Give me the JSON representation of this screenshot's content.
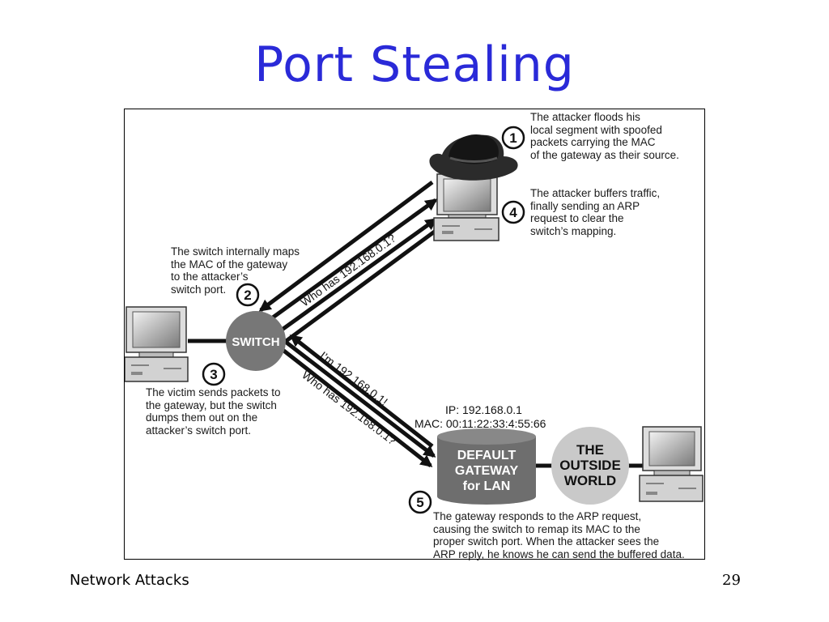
{
  "slide": {
    "title": "Port Stealing",
    "footer": "Network Attacks",
    "page_number": "29"
  },
  "diagram": {
    "switch_label": "SWITCH",
    "gateway_label": [
      "DEFAULT",
      "GATEWAY",
      "for LAN"
    ],
    "outside_label": [
      "THE",
      "OUTSIDE",
      "WORLD"
    ],
    "gateway_ip": "IP: 192.168.0.1",
    "gateway_mac": "MAC: 00:11:22:33:4:55:66",
    "arp_who_has_attacker": "Who has 192.168.0.1?",
    "arp_reply": "I’m 192.168.0.1!",
    "arp_who_has_gateway": "Who has 192.168.0.1?",
    "steps": {
      "step1": {
        "number": "1",
        "text": "The attacker floods his\nlocal segment with spoofed\npackets carrying the MAC\nof the gateway as their source."
      },
      "step2": {
        "number": "2",
        "text": "The switch internally maps\nthe MAC of the gateway\nto the attacker’s\nswitch port."
      },
      "step3": {
        "number": "3",
        "text": "The victim sends packets to\nthe gateway, but the switch\ndumps them out on the\nattacker’s switch port."
      },
      "step4": {
        "number": "4",
        "text": "The attacker buffers traffic,\nfinally sending an ARP\nrequest to clear the\nswitch’s mapping."
      },
      "step5": {
        "number": "5",
        "text": "The gateway responds to the ARP request,\ncausing the switch to remap its MAC to the\nproper switch port. When the attacker sees the\nARP reply, he knows he can send the buffered data."
      }
    },
    "icons": [
      "victim-computer-icon",
      "attacker-computer-icon",
      "cowboy-hat-icon",
      "outside-computer-icon"
    ]
  }
}
